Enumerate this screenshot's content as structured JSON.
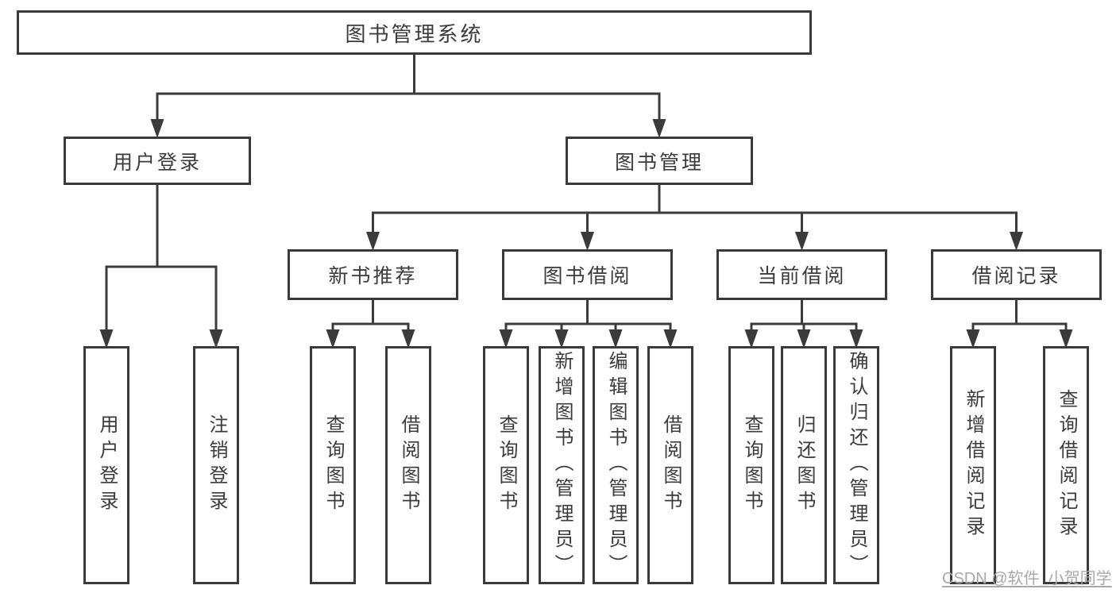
{
  "colors": {
    "line": "#3b3b3b",
    "box_border": "#3a3a3a",
    "box_fill": "#ffffff",
    "text": "#3b3b3b",
    "watermark": "#a9a9ad",
    "background": "#ffffff"
  },
  "tree": {
    "label": "图书管理系统",
    "children": [
      {
        "label": "用户登录",
        "children": [
          {
            "label": "用户登录"
          },
          {
            "label": "注销登录"
          }
        ]
      },
      {
        "label": "图书管理",
        "children": [
          {
            "label": "新书推荐",
            "children": [
              {
                "label": "查询图书"
              },
              {
                "label": "借阅图书"
              }
            ]
          },
          {
            "label": "图书借阅",
            "children": [
              {
                "label": "查询图书"
              },
              {
                "label": "新增图书（管理员）"
              },
              {
                "label": "编辑图书（管理员）"
              },
              {
                "label": "借阅图书"
              }
            ]
          },
          {
            "label": "当前借阅",
            "children": [
              {
                "label": "查询图书"
              },
              {
                "label": "归还图书"
              },
              {
                "label": "确认归还（管理员）"
              }
            ]
          },
          {
            "label": "借阅记录",
            "children": [
              {
                "label": "新增借阅记录"
              },
              {
                "label": "查询借阅记录"
              }
            ]
          }
        ]
      }
    ]
  },
  "watermark": {
    "text": "CSDN @软件_小贺同学"
  }
}
